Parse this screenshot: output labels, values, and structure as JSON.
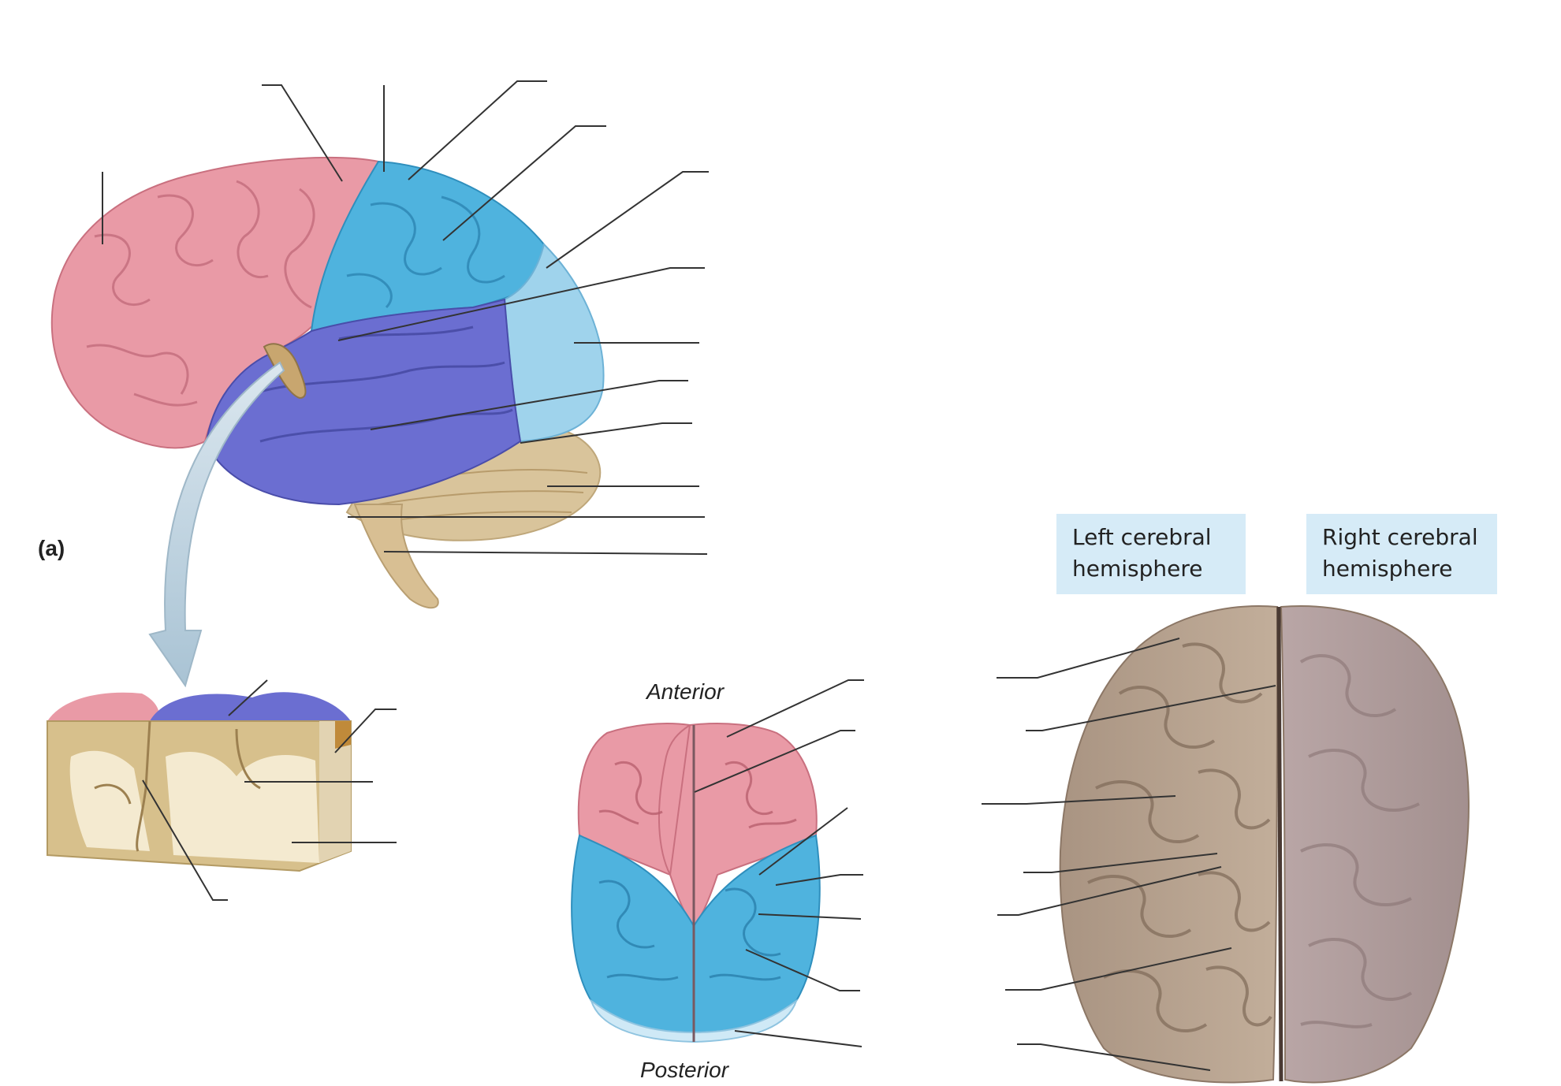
{
  "figure": {
    "panel_label": "(a)",
    "anterior_label": "Anterior",
    "posterior_label": "Posterior",
    "left_hemisphere_label": "Left cerebral hemisphere",
    "right_hemisphere_label": "Right cerebral hemisphere"
  },
  "colors": {
    "frontal_lobe": "#e99aa6",
    "parietal_lobe": "#4fb3de",
    "occipital_lobe": "#9fd3ec",
    "temporal_lobe": "#6b6ed1",
    "cerebellum": "#d9c49b",
    "brainstem": "#d8bf93",
    "gray_matter": "#d7c08c",
    "white_matter": "#f4ead0",
    "real_brain": "#b39e8a",
    "hemisphere_label_bg": "#d6ebf7"
  }
}
